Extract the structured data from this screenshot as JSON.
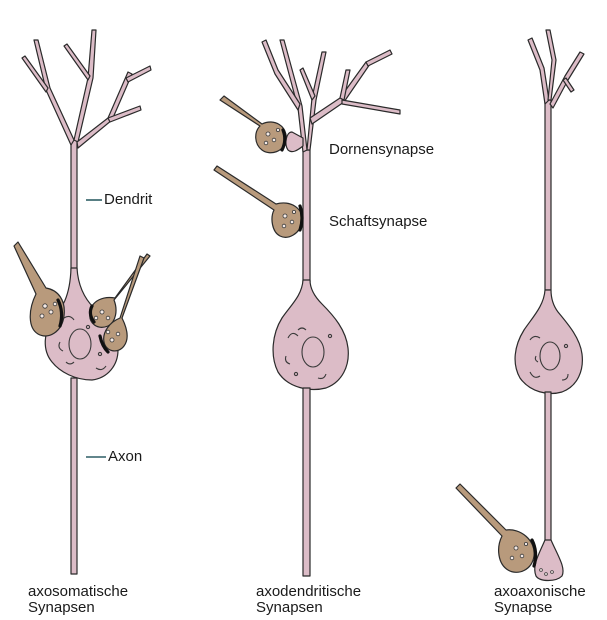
{
  "labels": {
    "dendrit": "Dendrit",
    "axon": "Axon",
    "dornensynapse": "Dornensynapse",
    "schaftsynapse": "Schaftsynapse"
  },
  "captions": [
    {
      "line1": "axosomatische",
      "line2": "Synapsen"
    },
    {
      "line1": "axodendritische",
      "line2": "Synapsen"
    },
    {
      "line1": "axoaxonische",
      "line2": "Synapse"
    }
  ],
  "colors": {
    "neuron_fill": "#dcbcc7",
    "terminal_fill": "#b89a7c",
    "outline": "#2a2a2a",
    "leader_line": "#2f5f66"
  }
}
